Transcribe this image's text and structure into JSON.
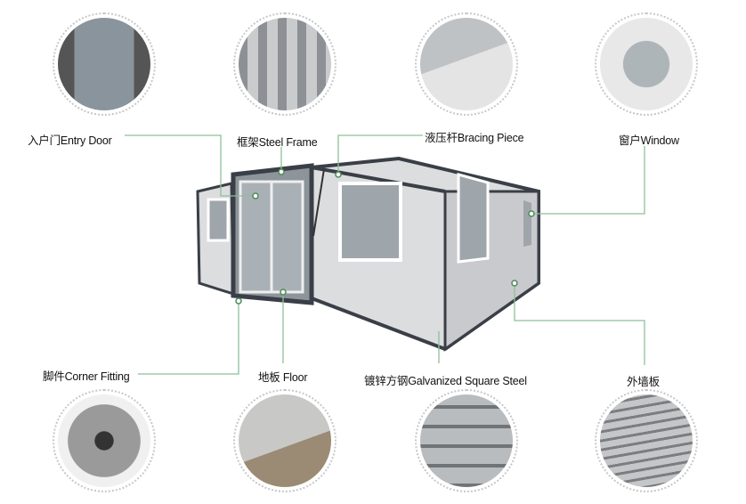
{
  "labels": {
    "entry_door": "入户门Entry Door",
    "steel_frame": "框架Steel Frame",
    "bracing_piece": "液压杆Bracing Piece",
    "window": "窗户Window",
    "corner_fitting": "脚件Corner Fitting",
    "floor": "地板 Floor",
    "galvanized_steel": "镀锌方钢Galvanized Square Steel",
    "wall_panel": "外墙板"
  },
  "colors": {
    "leader_line": "#8fbf98",
    "frame": "#3a3f47",
    "wall": "#dcdddf"
  }
}
